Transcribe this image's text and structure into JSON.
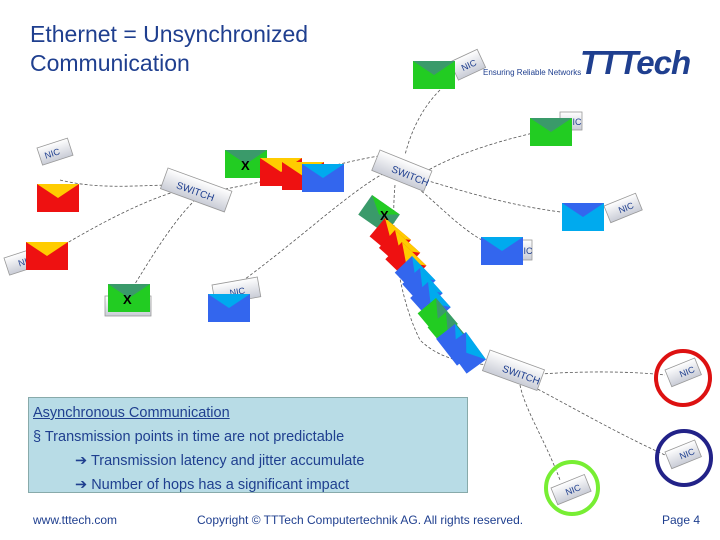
{
  "header": {
    "title_line1": "Ethernet = Unsynchronized",
    "title_line2": "Communication",
    "tagline": "Ensuring Reliable Networks",
    "logo": "TTTech"
  },
  "labels": {
    "nic": "NIC",
    "switch": "SWITCH",
    "collision": "X"
  },
  "infobox": {
    "heading": "Asynchronous Communication",
    "bullet_marker": "§",
    "bullet": "Transmission points in time are not predictable",
    "arrow": "➔",
    "sub1": "Transmission latency and jitter accumulate",
    "sub2": "Number of hops has a significant impact"
  },
  "footer": {
    "url": "www.tttech.com",
    "copyright": "Copyright © TTTech Computertechnik AG. All rights reserved.",
    "page": "Page 4"
  },
  "colors": {
    "red": "#ee1111",
    "yellow": "#ffcc00",
    "green": "#22cc22",
    "blue": "#3366ee",
    "cyan": "#00aaee",
    "teal": "#3a9a6a",
    "circle_red": "#dd1111",
    "circle_navy": "#222288",
    "circle_green": "#77ee33"
  }
}
